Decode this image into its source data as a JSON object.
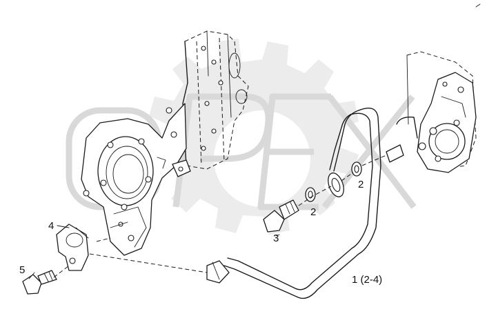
{
  "diagram": {
    "watermark": {
      "logo_text": "OPEX"
    },
    "callouts": [
      {
        "id": "c1",
        "text": "1 (2-4)"
      },
      {
        "id": "c2a",
        "text": "2"
      },
      {
        "id": "c2b",
        "text": "2"
      },
      {
        "id": "c3",
        "text": "3"
      },
      {
        "id": "c4",
        "text": "4"
      },
      {
        "id": "c5",
        "text": "5"
      }
    ]
  }
}
